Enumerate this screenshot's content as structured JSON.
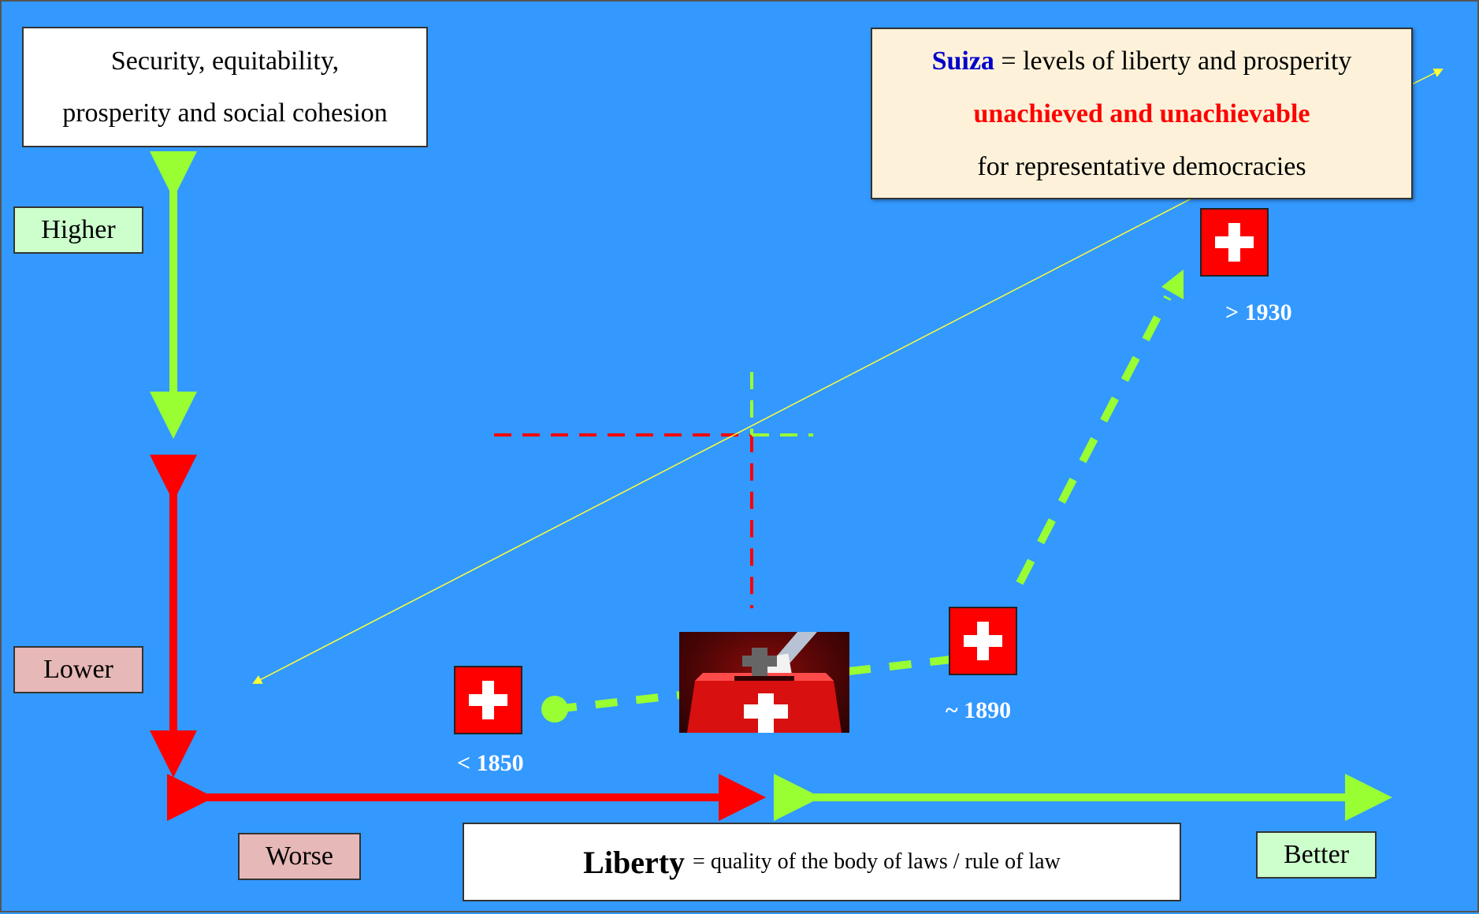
{
  "y_axis": {
    "title_lines": [
      "Security, equitability,",
      "prosperity and social cohesion"
    ],
    "higher_label": "Higher",
    "lower_label": "Lower"
  },
  "x_axis": {
    "worse_label": "Worse",
    "better_label": "Better",
    "liberty_word": "Liberty",
    "liberty_definition": "= quality of the body of laws / rule of law"
  },
  "callout": {
    "suiza_word": "Suiza",
    "line1_rest": " = levels of liberty and prosperity",
    "line2": "unachieved and unachievable",
    "line3": "for representative democracies"
  },
  "milestones": [
    {
      "year": "< 1850"
    },
    {
      "year": "~ 1890"
    },
    {
      "year": "> 1930"
    }
  ],
  "colors": {
    "background": "#3399ff",
    "green_arrow": "#99ff33",
    "red_arrow": "#ff0000",
    "flag_red": "#ff0000",
    "trend_line": "#ffff66"
  },
  "icons": {
    "flag": "swiss-flag-icon",
    "ballot": "ballot-box-image"
  }
}
